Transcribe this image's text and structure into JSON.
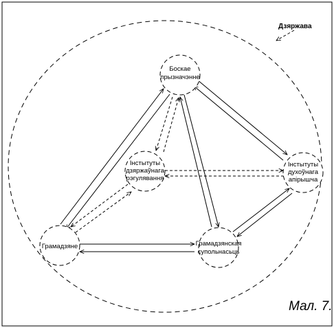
{
  "state_label": "Дзяржава",
  "caption": "Мал. 7.",
  "nodes": {
    "purpose": {
      "lines": [
        "Боскае",
        "прызначэнне"
      ]
    },
    "institutions": {
      "lines": [
        "Інстытуты",
        "дзяржаўнага",
        "рэгулявання"
      ]
    },
    "spiritual": {
      "lines": [
        "Інстытуты",
        "духоўнага",
        "апірышча"
      ]
    },
    "citizens": {
      "lines": [
        "Грамадзяне"
      ]
    },
    "society": {
      "lines": [
        "Грамадзянская",
        "супольнасьць"
      ]
    }
  }
}
